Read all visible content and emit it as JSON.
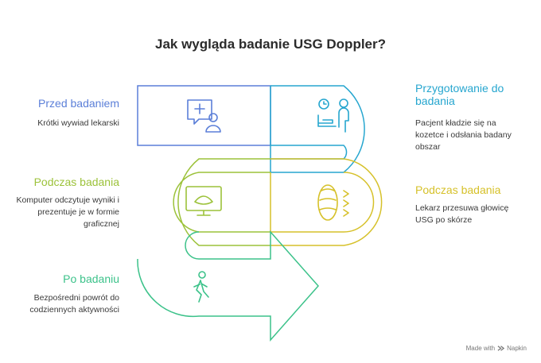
{
  "title": "Jak wygląda badanie USG Doppler?",
  "stages": [
    {
      "title": "Przed badaniem",
      "description": "Krótki wywiad lekarski",
      "color": "#5b7fd8",
      "icon": "doctor-consultation-icon"
    },
    {
      "title": "Przygotowanie do badania",
      "description": "Pacjent kładzie się na kozetce i odsłania badany obszar",
      "color": "#26a6cf",
      "icon": "patient-bed-clock-icon"
    },
    {
      "title": "Podczas badania",
      "description": "Lekarz przesuwa głowicę USG po skórze",
      "color": "#d6c12a",
      "icon": "ultrasound-probe-icon"
    },
    {
      "title": "Podczas badania",
      "description": "Komputer odczytuje wyniki i prezentuje je w formie graficznej",
      "color": "#9cc23a",
      "icon": "monitor-ultrasound-icon"
    },
    {
      "title": "Po badaniu",
      "description": "Bezpośredni powrót do codziennych aktywności",
      "color": "#3cc28a",
      "icon": "walking-person-icon"
    }
  ],
  "footer": {
    "made_with": "Made with",
    "brand": "Napkin"
  }
}
